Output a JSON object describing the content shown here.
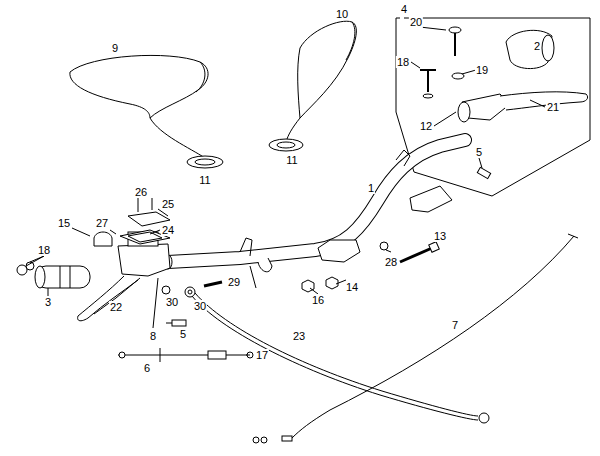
{
  "diagram": {
    "labels": [
      "4",
      "20",
      "10",
      "2",
      "9",
      "18",
      "19",
      "21",
      "12",
      "1",
      "5",
      "11",
      "11",
      "26",
      "25",
      "15",
      "27",
      "24",
      "18",
      "13",
      "28",
      "3",
      "29",
      "14",
      "16",
      "30",
      "30",
      "22",
      "7",
      "5",
      "8",
      "23",
      "6",
      "17"
    ]
  }
}
